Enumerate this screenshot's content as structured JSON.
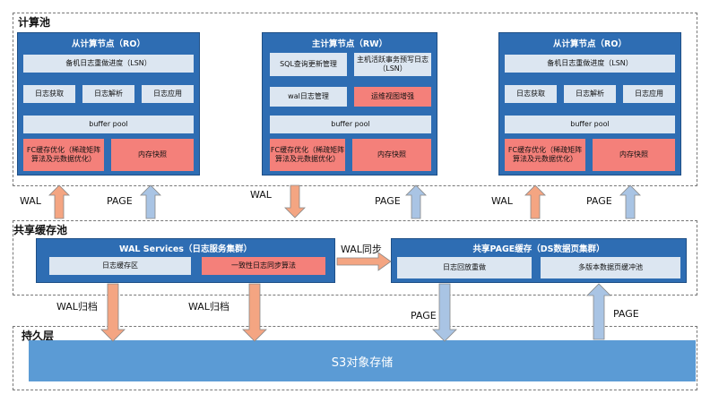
{
  "regions": {
    "compute_pool": "计算池",
    "shared_cache": "共享缓存池",
    "persistence": "持久层"
  },
  "ro_left": {
    "title": "从计算节点（RO）",
    "replay_progress": "备机日志重做进度（LSN）",
    "log_fetch": "日志获取",
    "log_parse": "日志解析",
    "log_apply": "日志应用",
    "buffer_pool": "buffer pool",
    "fc_opt": "FC缓存优化（稀疏矩阵算法及元数据优化）",
    "mem_snapshot": "内存快照"
  },
  "rw": {
    "title": "主计算节点（RW）",
    "sql_update": "SQL查询更新管理",
    "active_txn": "主机活跃事务预写日志（LSN）",
    "wal_mgmt": "wal日志管理",
    "ops_view": "运维视图增强",
    "buffer_pool": "buffer pool",
    "fc_opt": "FC缓存优化（稀疏矩阵算法及元数据优化）",
    "mem_snapshot": "内存快照"
  },
  "ro_right": {
    "title": "从计算节点（RO）",
    "replay_progress": "备机日志重做进度（LSN）",
    "log_fetch": "日志获取",
    "log_parse": "日志解析",
    "log_apply": "日志应用",
    "buffer_pool": "buffer pool",
    "fc_opt": "FC缓存优化（稀疏矩阵算法及元数据优化）",
    "mem_snapshot": "内存快照"
  },
  "wal_services": {
    "title": "WAL Services（日志服务集群）",
    "log_cache": "日志缓存区",
    "consistency": "一致性日志同步算法"
  },
  "page_cache": {
    "title": "共享PAGE缓存（DS数据页集群）",
    "log_replay": "日志回放重做",
    "mvcc_buffer": "多版本数据页缓冲池"
  },
  "storage": "S3对象存储",
  "arrow_labels": {
    "wal_1": "WAL",
    "page_1": "PAGE",
    "wal_2": "WAL",
    "page_2": "PAGE",
    "wal_3": "WAL",
    "page_3": "PAGE",
    "wal_sync": "WAL同步",
    "wal_archive_1": "WAL归档",
    "wal_archive_2": "WAL归档",
    "page_4": "PAGE",
    "page_5": "PAGE"
  }
}
